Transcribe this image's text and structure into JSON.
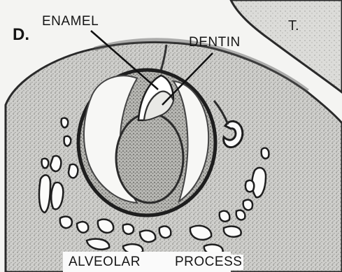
{
  "figure": {
    "panel_letter": "D.",
    "labels": {
      "enamel": "ENAMEL",
      "dentin": "DENTIN",
      "tongue": "T.",
      "alveolar": "ALVEOLAR",
      "process": "PROCESS"
    }
  }
}
